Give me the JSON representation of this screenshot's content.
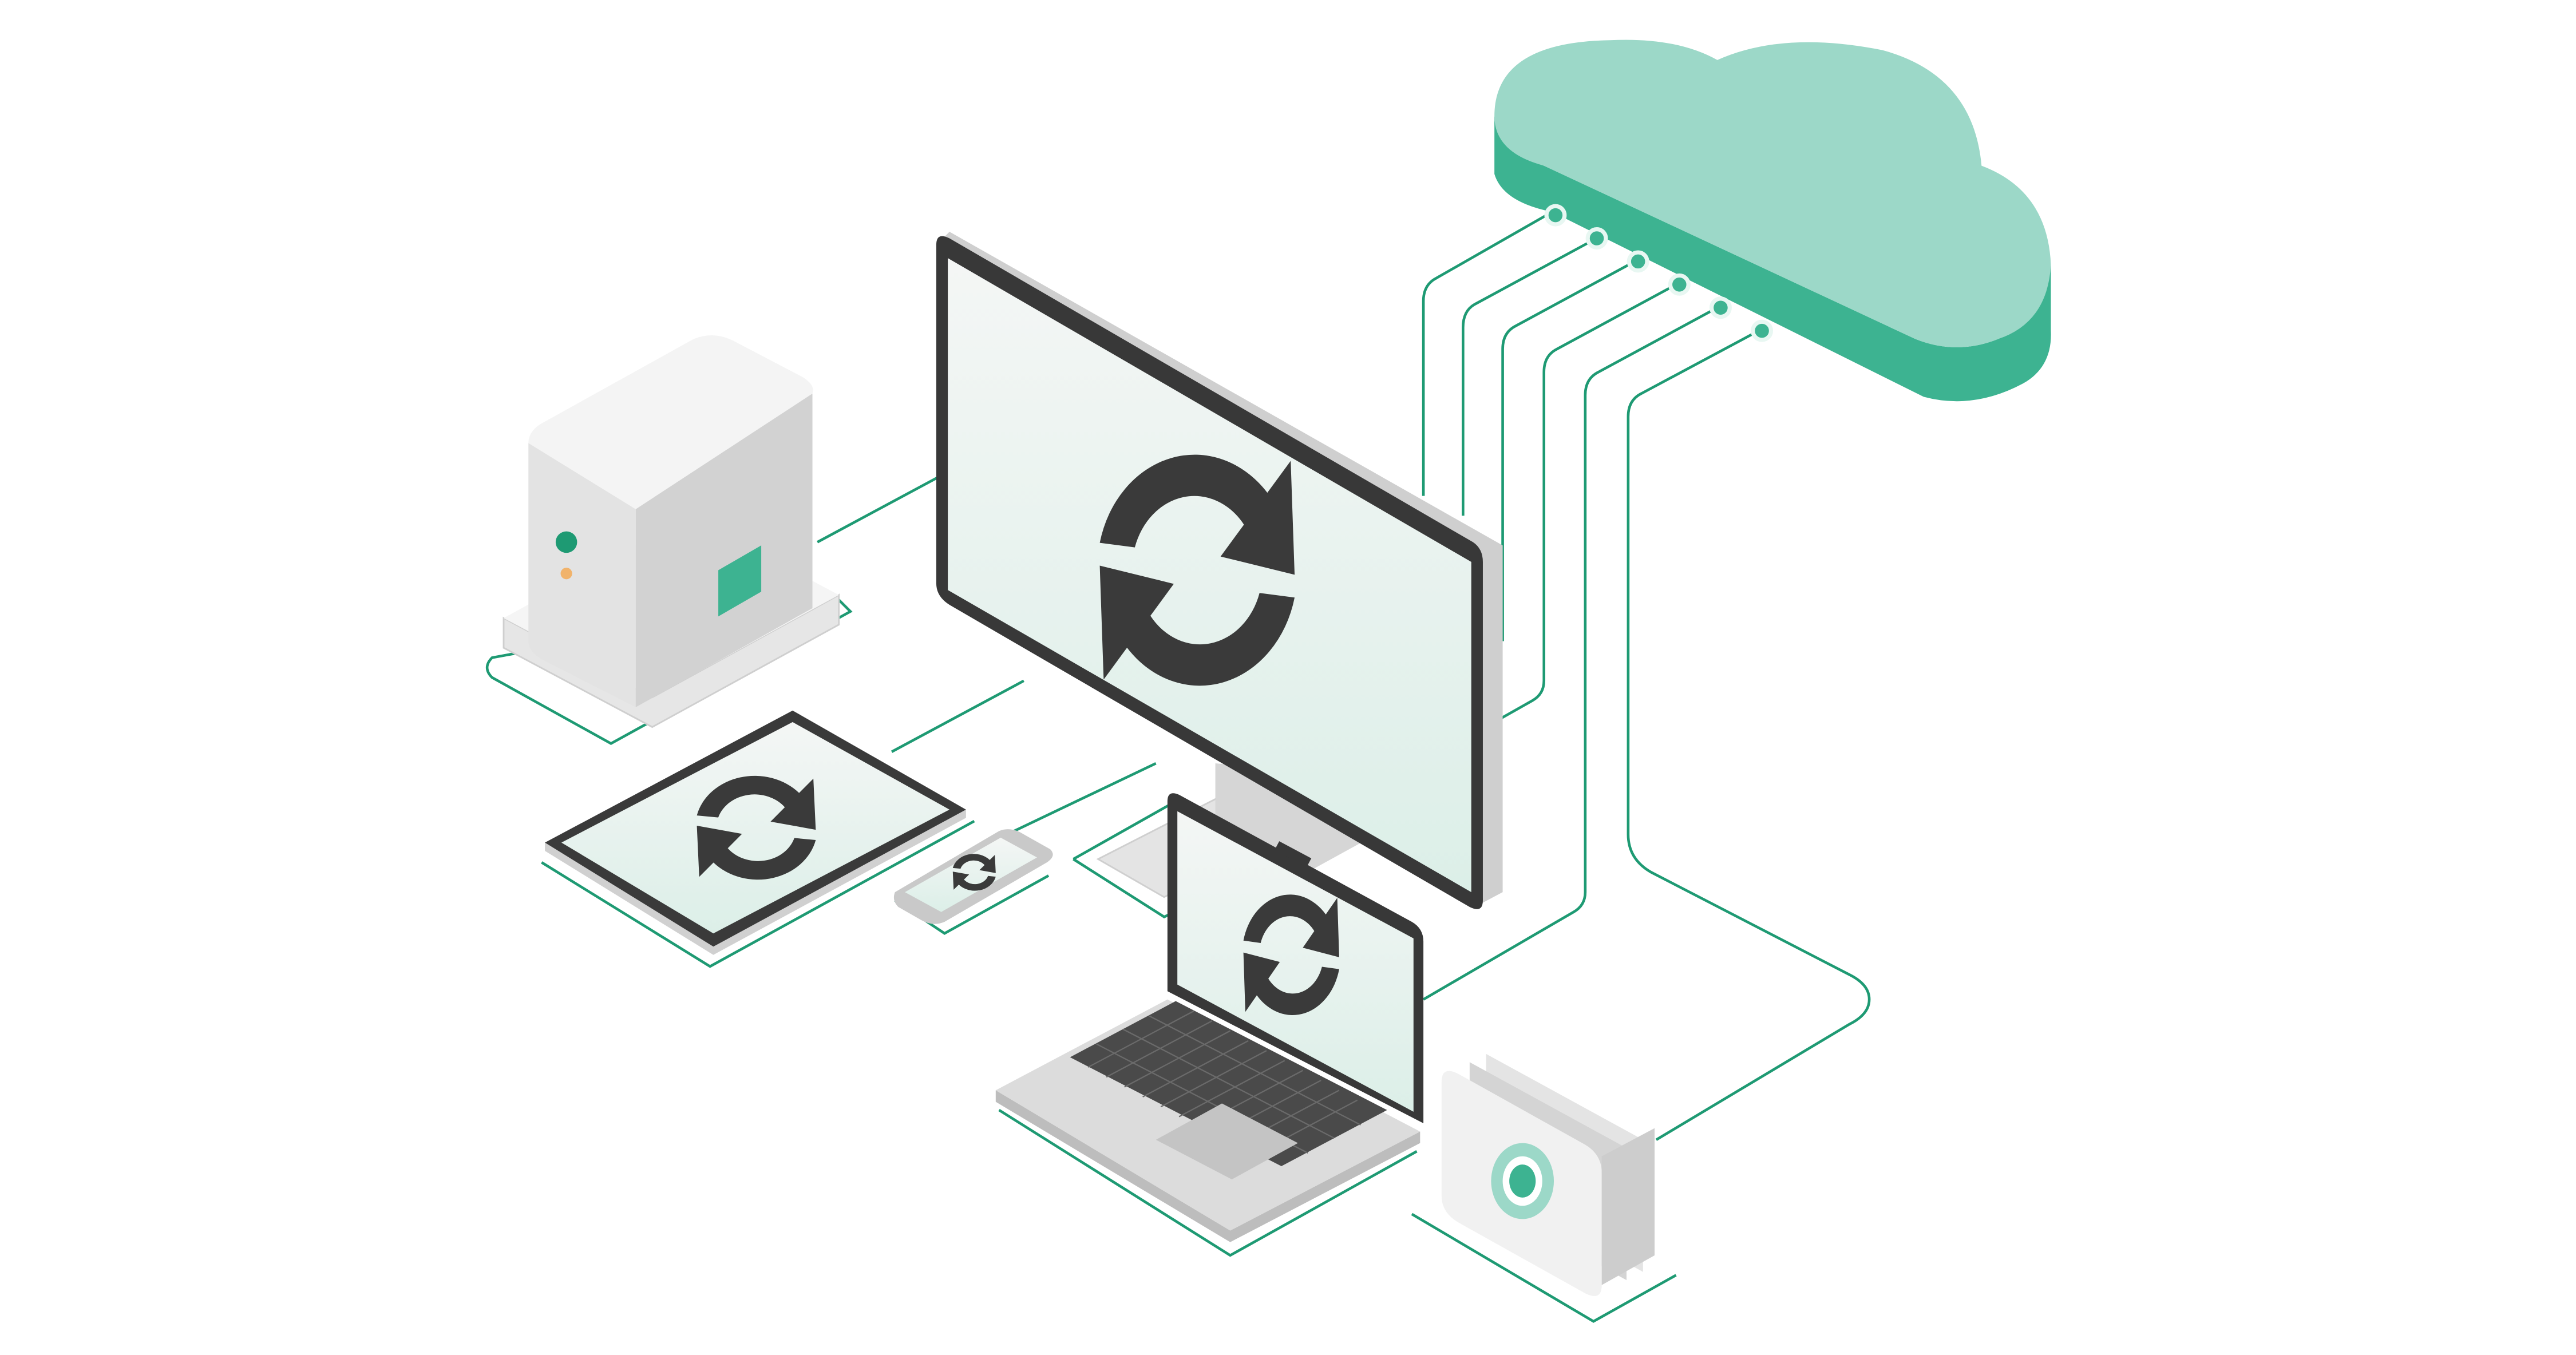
{
  "illustration": {
    "colors": {
      "accent": "#1e9a73",
      "cloud_top": "#9cd8c8",
      "cloud_side": "#3db391",
      "screen": "#e8f4f0",
      "bezel": "#383838",
      "device_light": "#f2f2f2",
      "device_mid": "#dadada",
      "device_dark": "#bdbdbd",
      "sync_icon": "#3a3a3a",
      "led_orange": "#f1b36b"
    },
    "icons": [
      "sync-logo-icon",
      "cloud-icon",
      "power-button-icon"
    ],
    "devices": [
      "nas-server",
      "desktop-monitor",
      "tablet",
      "phone",
      "laptop",
      "external-drive"
    ]
  }
}
